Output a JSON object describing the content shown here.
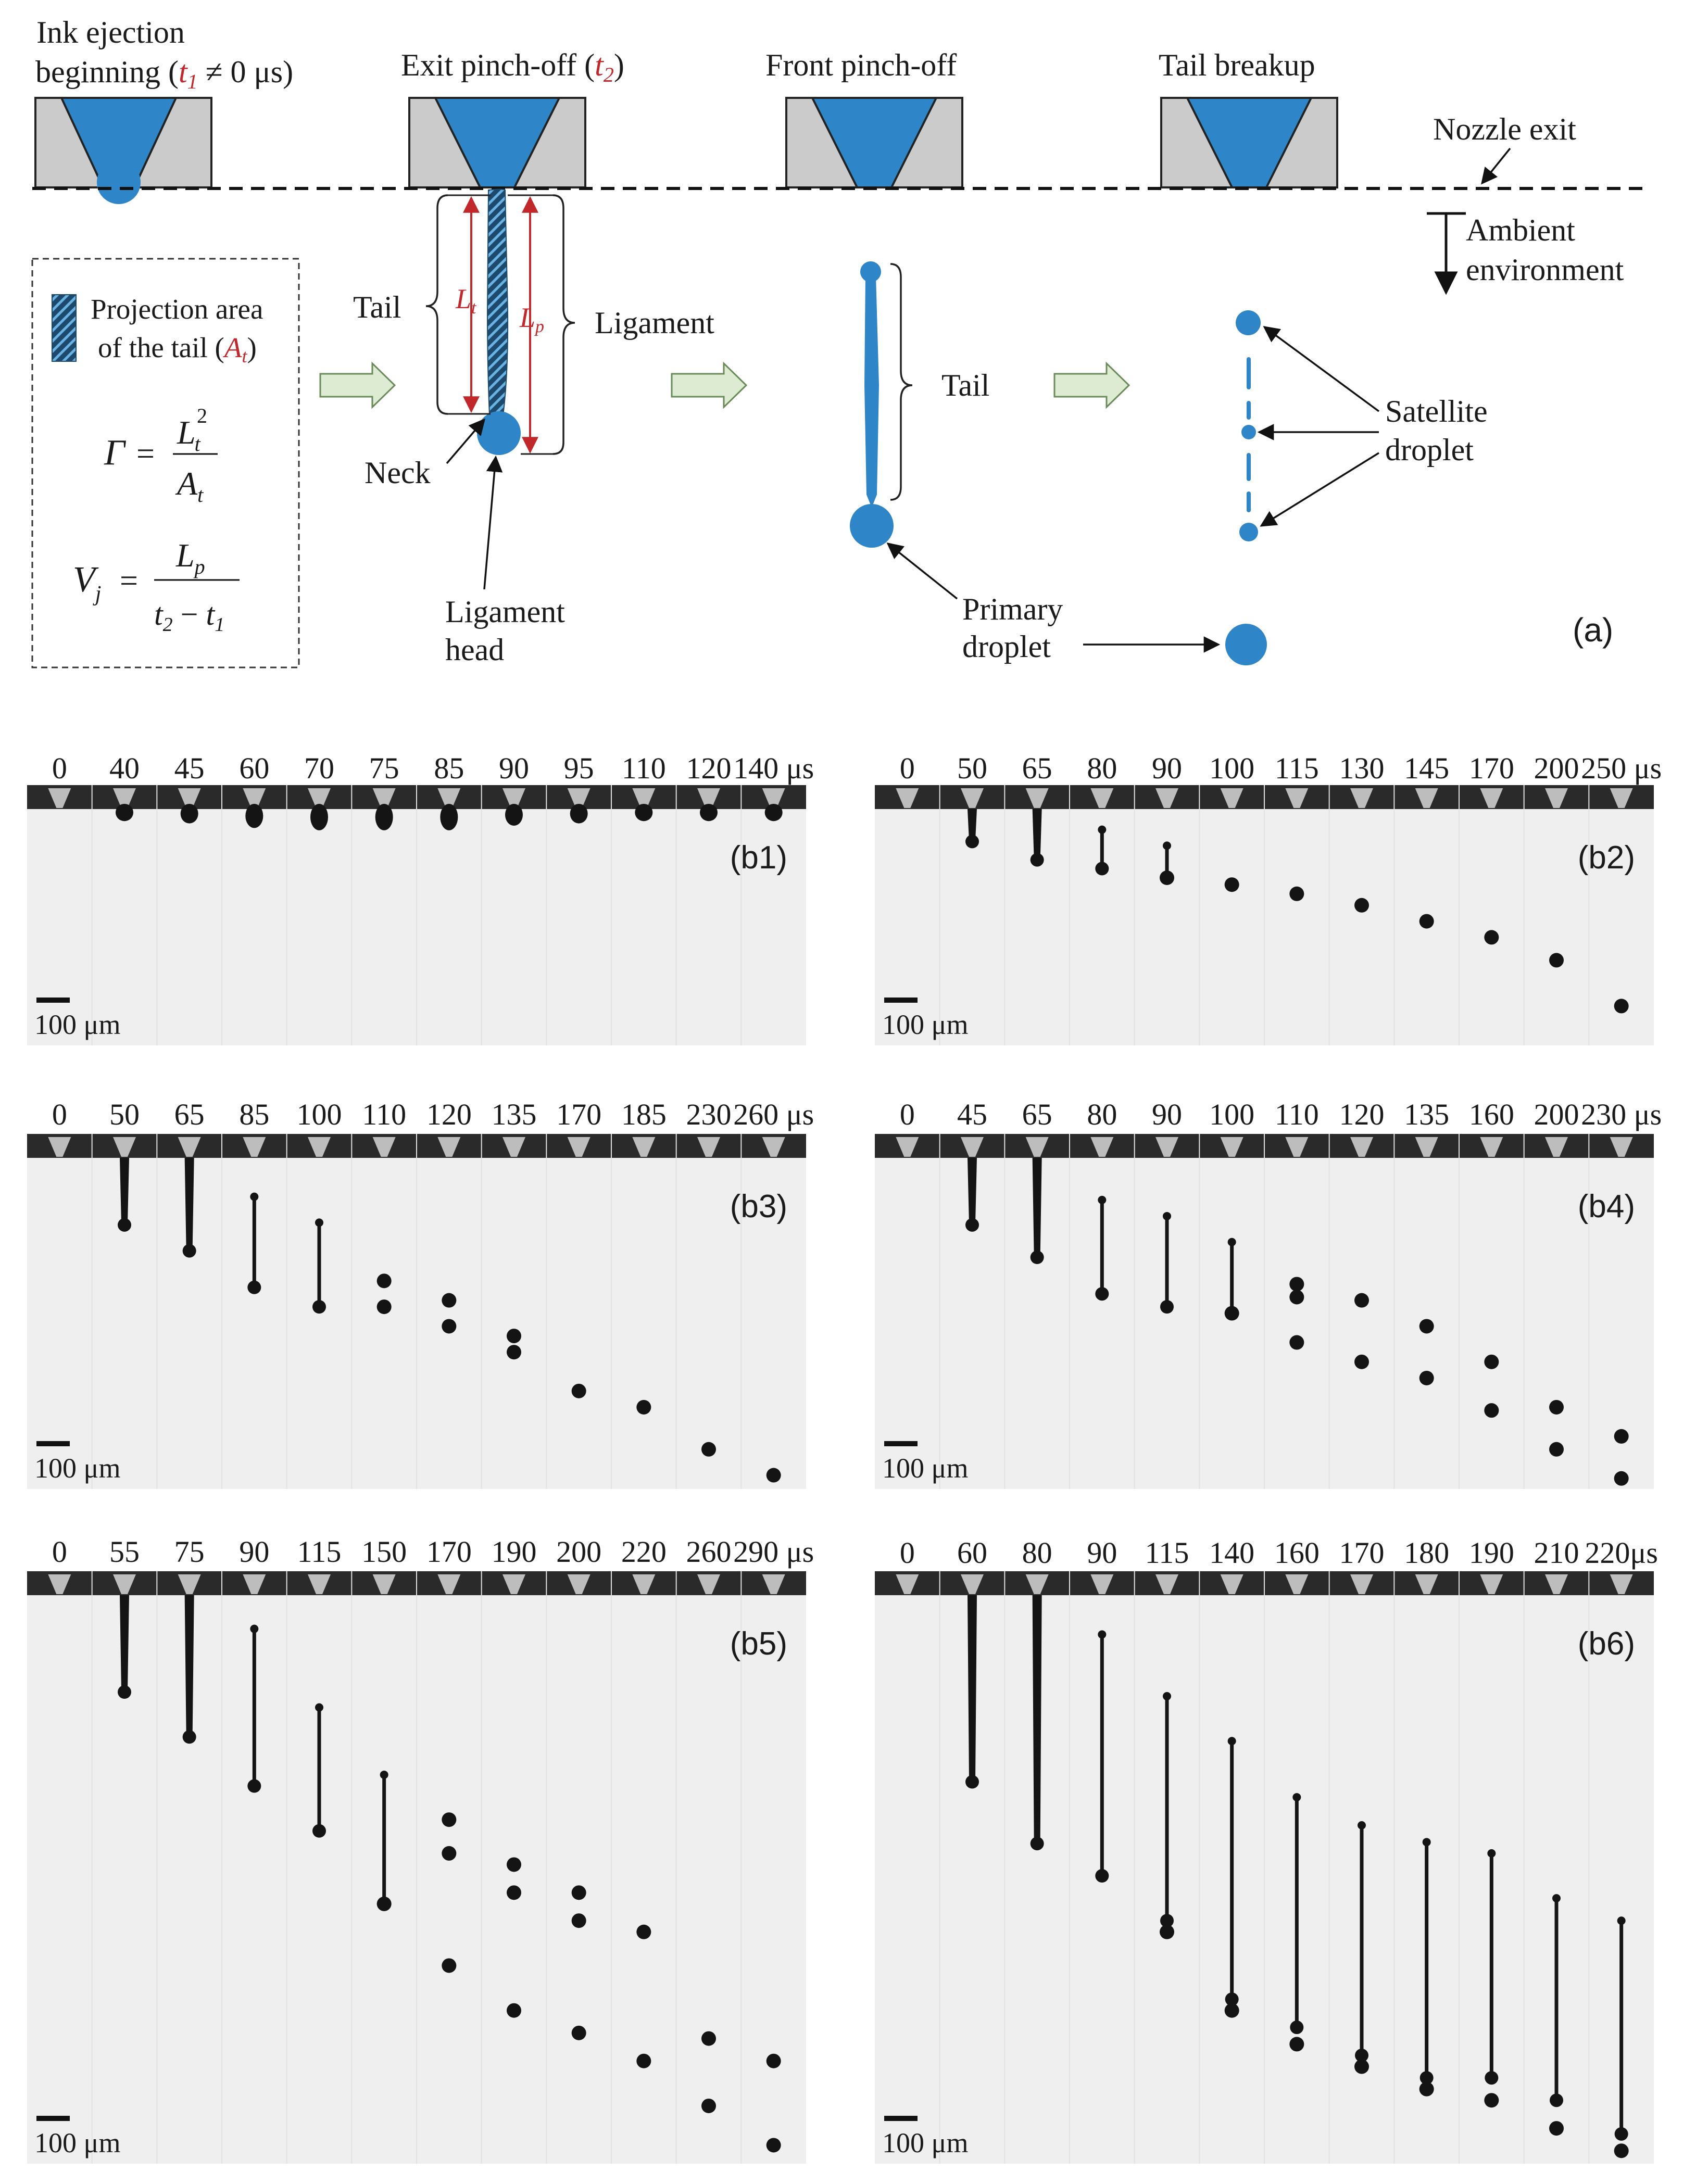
{
  "colors": {
    "ink": "#2e86c8",
    "nozzle_block": "#cbcbcb",
    "arrow_fill": "#dcebd2",
    "arrow_stroke": "#6a8a5a",
    "dimension_red": "#c0282c",
    "photo_background": "#efefef",
    "photo_droplet": "#141414"
  },
  "panel_a": {
    "label": "(a)",
    "stage_titles": {
      "ejection_line1": "Ink ejection",
      "ejection_line2_prefix": "beginning (",
      "ejection_t1": "t",
      "ejection_t1_sub": "1",
      "ejection_line2_suffix": " ≠ 0 μs)",
      "exit_pinch_prefix": "Exit pinch-off (",
      "exit_pinch_t2": "t",
      "exit_pinch_t2_sub": "2",
      "exit_pinch_suffix": ")",
      "front_pinch": "Front pinch-off",
      "tail_breakup": "Tail breakup"
    },
    "nozzle_exit": "Nozzle exit",
    "ambient_line1": "Ambient",
    "ambient_line2": "environment",
    "legend_line1": "Projection area",
    "legend_line2_prefix": "of the tail (",
    "legend_At": "A",
    "legend_At_sub": "t",
    "legend_line2_suffix": ")",
    "formula_gamma": {
      "lhs": "Γ",
      "eq": "=",
      "num_L": "L",
      "num_sub": "t",
      "num_sup": "2",
      "den_A": "A",
      "den_sub": "t"
    },
    "formula_vj": {
      "lhs": "V",
      "lhs_sub": "j",
      "eq": "=",
      "num_L": "L",
      "num_sub": "p",
      "den_t2": "t",
      "den_t2_sub": "2",
      "den_minus": " − ",
      "den_t1": "t",
      "den_t1_sub": "1"
    },
    "labels": {
      "tail": "Tail",
      "lt": "L",
      "lt_sub": "t",
      "lp": "L",
      "lp_sub": "p",
      "ligament": "Ligament",
      "neck": "Neck",
      "ligament_head_line1": "Ligament",
      "ligament_head_line2": "head",
      "tail_front": "Tail",
      "primary_line1": "Primary",
      "primary_line2": "droplet",
      "satellite_line1": "Satellite",
      "satellite_line2": "droplet"
    }
  },
  "photo_panels": [
    {
      "label": "(b1)",
      "times": [
        "0",
        "40",
        "45",
        "60",
        "70",
        "75",
        "85",
        "90",
        "95",
        "110",
        "120",
        "140 μs"
      ],
      "scale": "100 μm"
    },
    {
      "label": "(b2)",
      "times": [
        "0",
        "50",
        "65",
        "80",
        "90",
        "100",
        "115",
        "130",
        "145",
        "170",
        "200",
        "250 μs"
      ],
      "scale": "100 μm"
    },
    {
      "label": "(b3)",
      "times": [
        "0",
        "50",
        "65",
        "85",
        "100",
        "110",
        "120",
        "135",
        "170",
        "185",
        "230",
        "260 μs"
      ],
      "scale": "100 μm"
    },
    {
      "label": "(b4)",
      "times": [
        "0",
        "45",
        "65",
        "80",
        "90",
        "100",
        "110",
        "120",
        "135",
        "160",
        "200",
        "230 μs"
      ],
      "scale": "100 μm"
    },
    {
      "label": "(b5)",
      "times": [
        "0",
        "55",
        "75",
        "90",
        "115",
        "150",
        "170",
        "190",
        "200",
        "220",
        "260",
        "290 μs"
      ],
      "scale": "100 μm"
    },
    {
      "label": "(b6)",
      "times": [
        "0",
        "60",
        "80",
        "90",
        "115",
        "140",
        "160",
        "170",
        "180",
        "190",
        "210",
        "220μs"
      ],
      "scale": "100 μm"
    }
  ]
}
